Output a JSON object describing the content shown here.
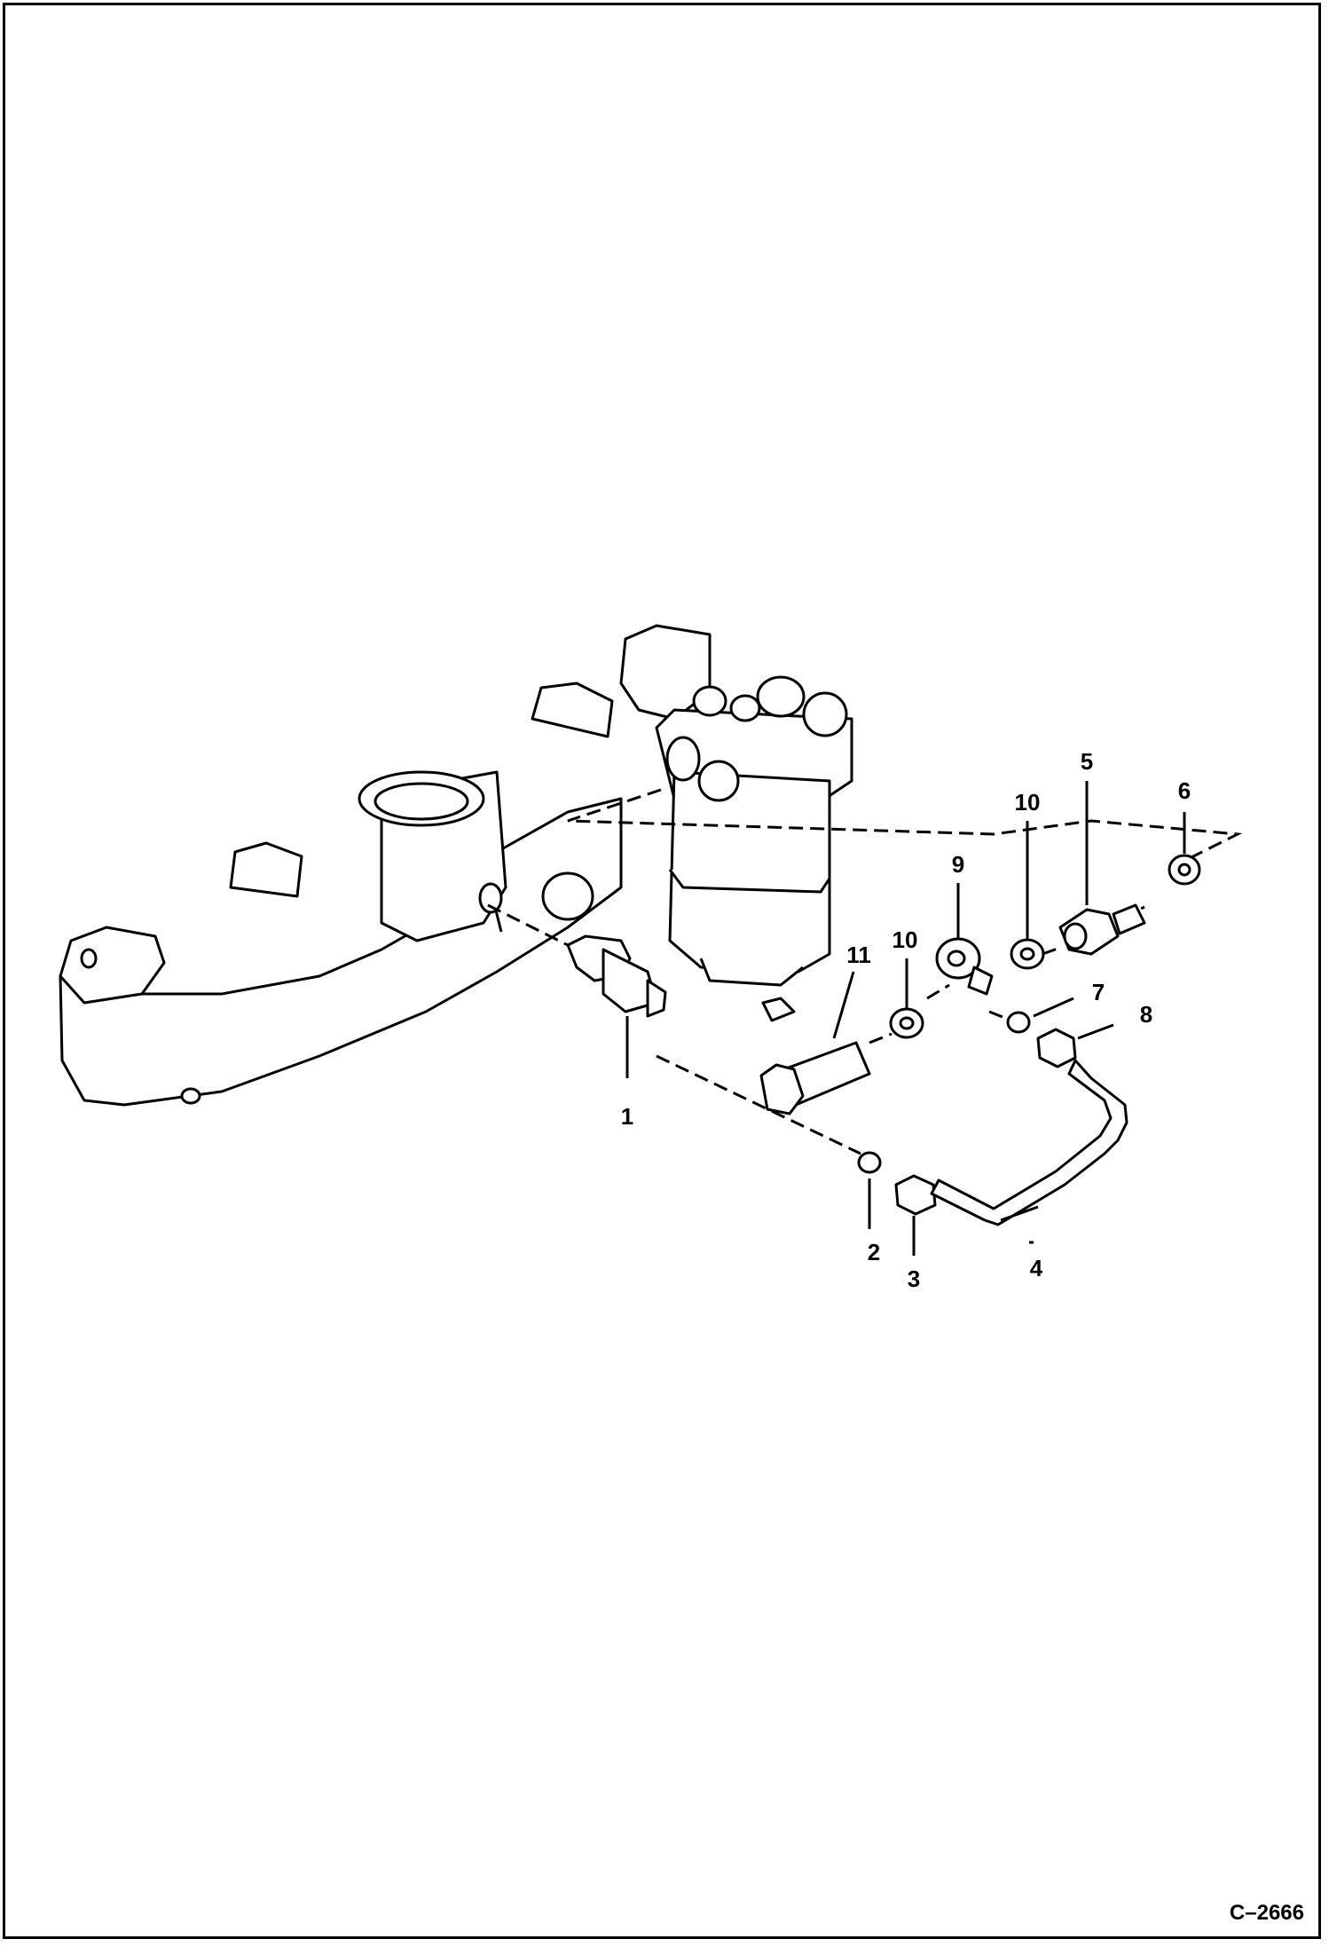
{
  "diagram": {
    "figure_code": "C–2666",
    "callouts": [
      {
        "id": "c1",
        "label": "1"
      },
      {
        "id": "c2",
        "label": "2"
      },
      {
        "id": "c3",
        "label": "3"
      },
      {
        "id": "c4",
        "label": "4"
      },
      {
        "id": "c5",
        "label": "5"
      },
      {
        "id": "c6",
        "label": "6"
      },
      {
        "id": "c7",
        "label": "7"
      },
      {
        "id": "c8",
        "label": "8"
      },
      {
        "id": "c9",
        "label": "9"
      },
      {
        "id": "c10a",
        "label": "10"
      },
      {
        "id": "c10b",
        "label": "10"
      },
      {
        "id": "c11",
        "label": "11"
      }
    ]
  }
}
